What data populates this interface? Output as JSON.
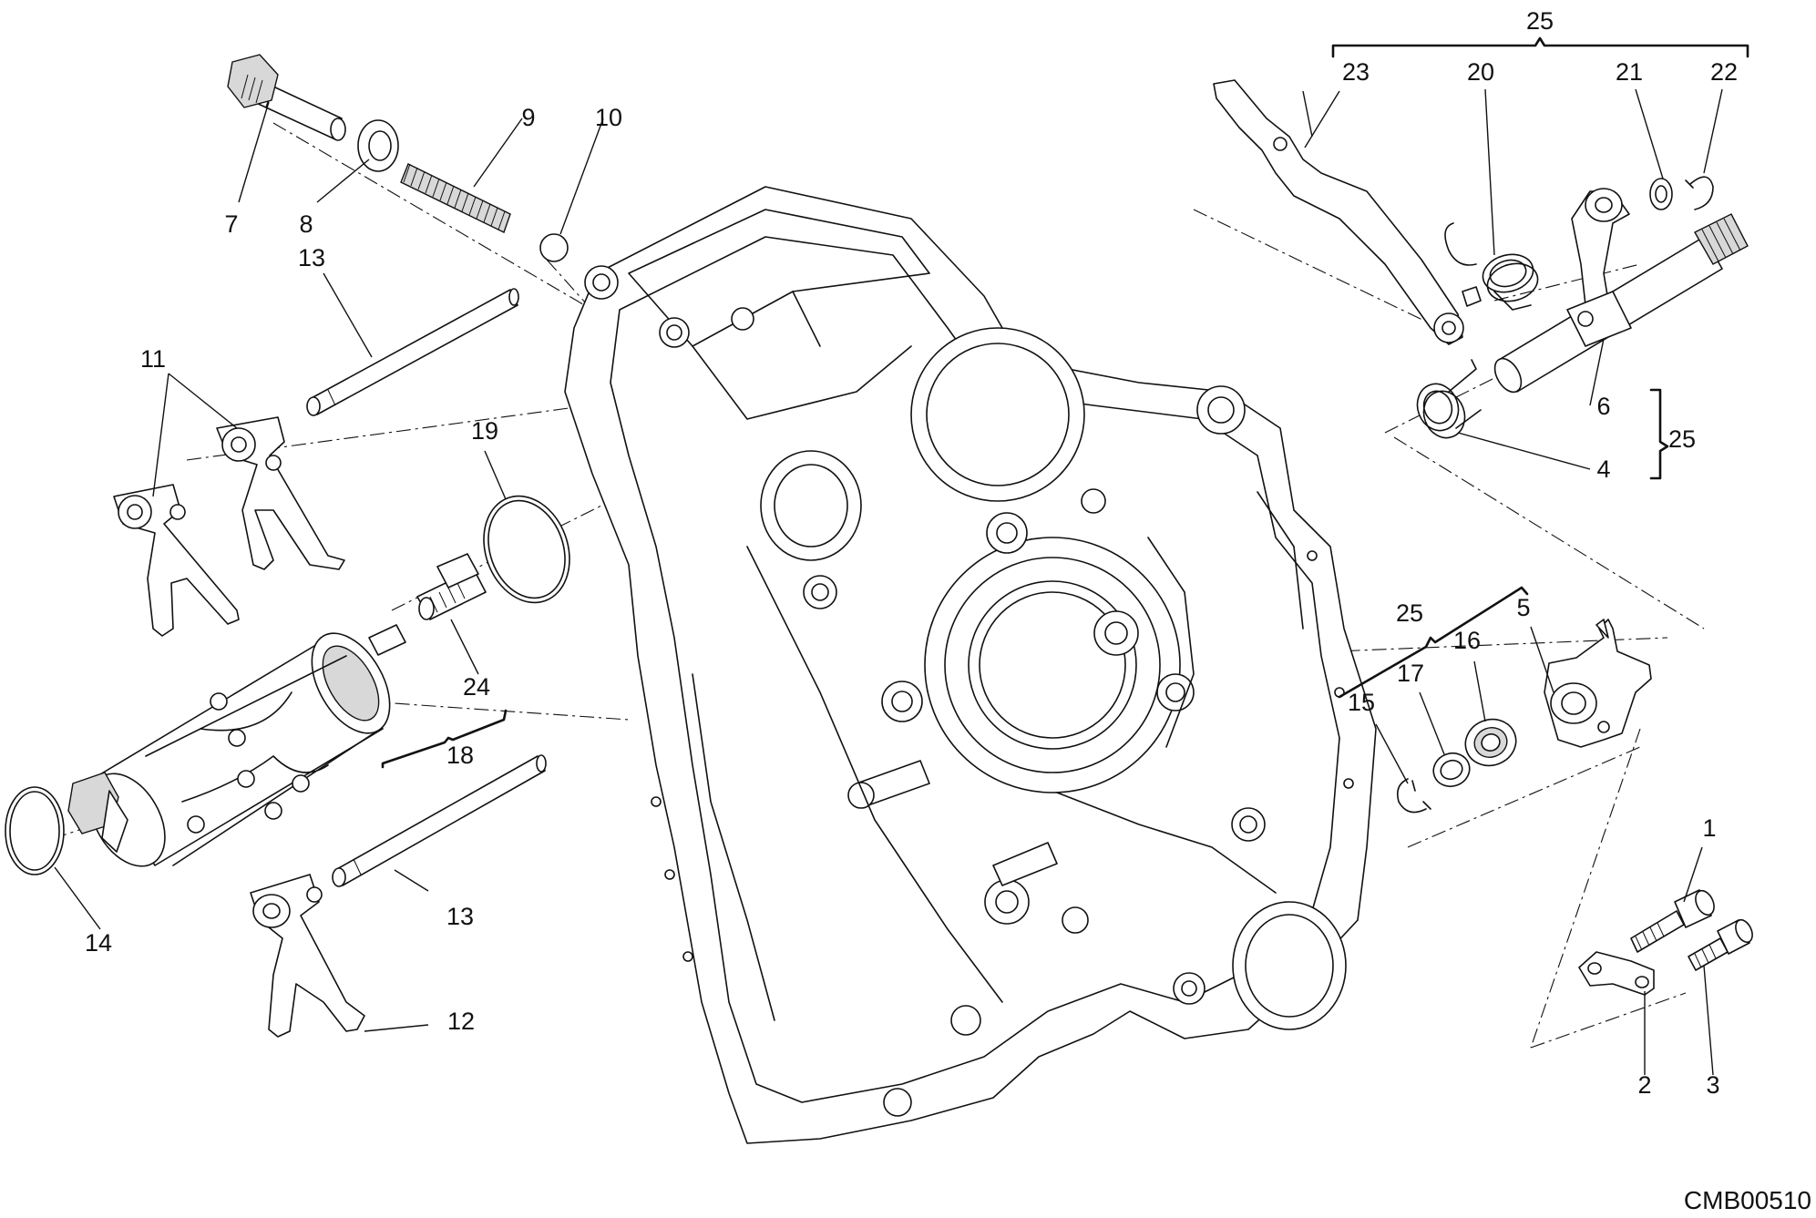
{
  "diagram": {
    "drawing_code": "CMB00510",
    "callouts": {
      "c1": "1",
      "c2": "2",
      "c3": "3",
      "c4": "4",
      "c5": "5",
      "c6": "6",
      "c7": "7",
      "c8": "8",
      "c9": "9",
      "c10": "10",
      "c11": "11",
      "c12": "12",
      "c13a": "13",
      "c13b": "13",
      "c14": "14",
      "c15": "15",
      "c16": "16",
      "c17": "17",
      "c18": "18",
      "c19": "19",
      "c20": "20",
      "c21": "21",
      "c22": "22",
      "c23": "23",
      "c24": "24",
      "c25a": "25",
      "c25b": "25",
      "c25c": "25"
    }
  }
}
